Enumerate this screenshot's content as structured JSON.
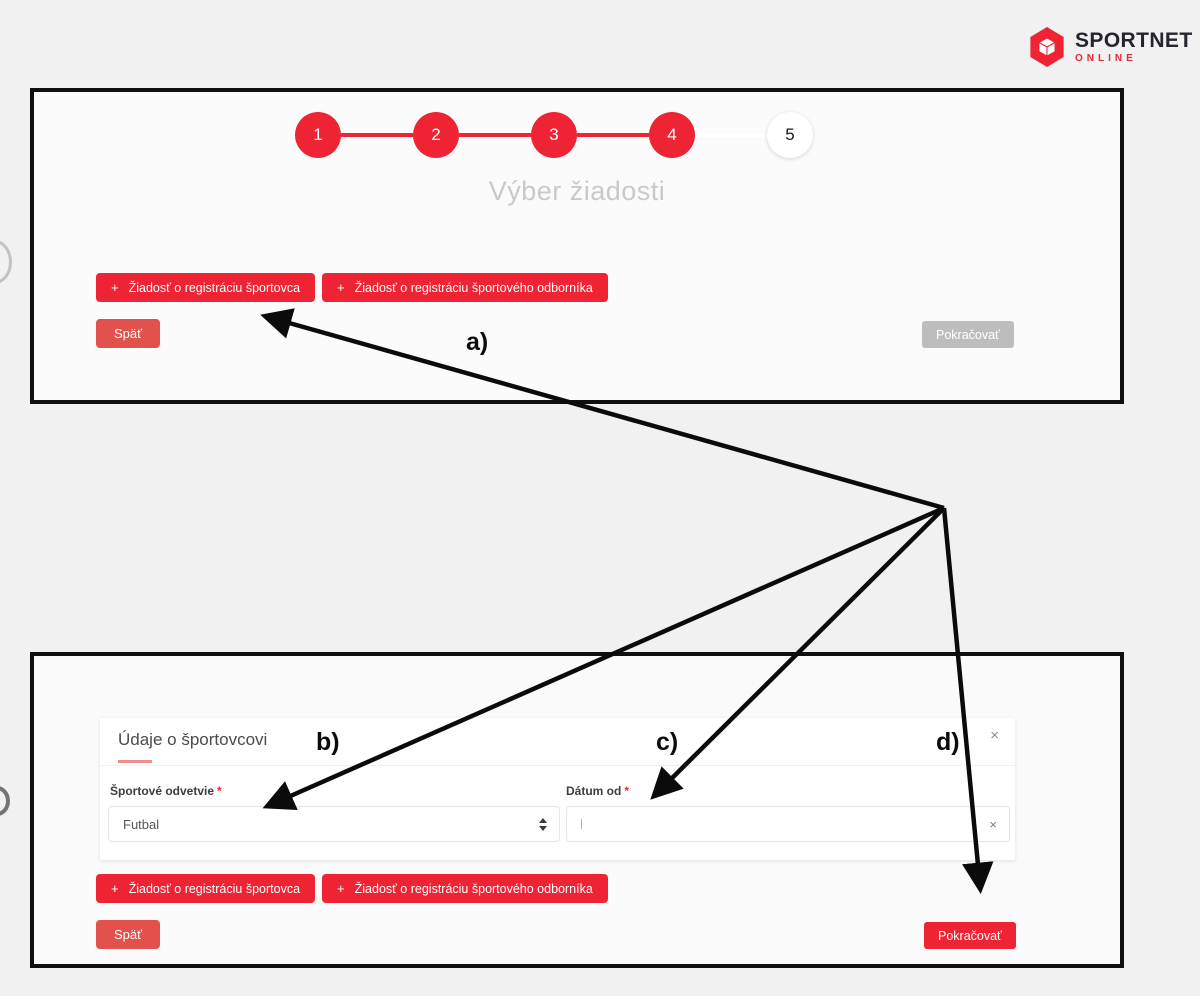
{
  "brand": {
    "name": "SPORTNET",
    "tagline": "ONLINE"
  },
  "colors": {
    "primary": "#ee2334",
    "back_button": "#e2514c",
    "disabled": "#bdbdbd",
    "arrow": "#0b0b0b",
    "title_gray": "#c9c9c9"
  },
  "stepper": {
    "title": "Výber žiadosti",
    "steps": [
      "1",
      "2",
      "3",
      "4",
      "5"
    ]
  },
  "buttons": {
    "plus": "+",
    "request_athlete": "Žiadosť o registráciu športovca",
    "request_expert": "Žiadosť o registráciu športového odborníka",
    "back": "Späť",
    "continue": "Pokračovať"
  },
  "card": {
    "title": "Údaje o športovcovi",
    "close_icon": "×",
    "sport_field": {
      "label": "Športové odvetvie",
      "required_mark": "*",
      "value": "Futbal"
    },
    "date_field": {
      "label": "Dátum od",
      "required_mark": "*",
      "value": "",
      "clear_icon": "×"
    }
  },
  "annotations": {
    "a": "a)",
    "b": "b)",
    "c": "c)",
    "d": "d)"
  }
}
